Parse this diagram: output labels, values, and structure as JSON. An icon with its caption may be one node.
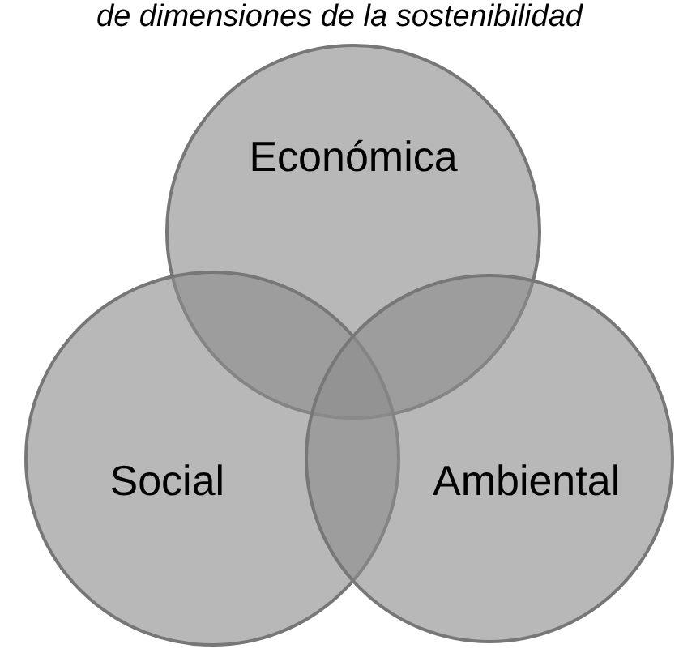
{
  "diagram": {
    "title": "de dimensiones de la sostenibilidad",
    "nodes": [
      {
        "text": [
          "Económica"
        ]
      },
      {
        "text": [
          "Social"
        ]
      },
      {
        "text": [
          "Ambiental"
        ]
      }
    ]
  }
}
